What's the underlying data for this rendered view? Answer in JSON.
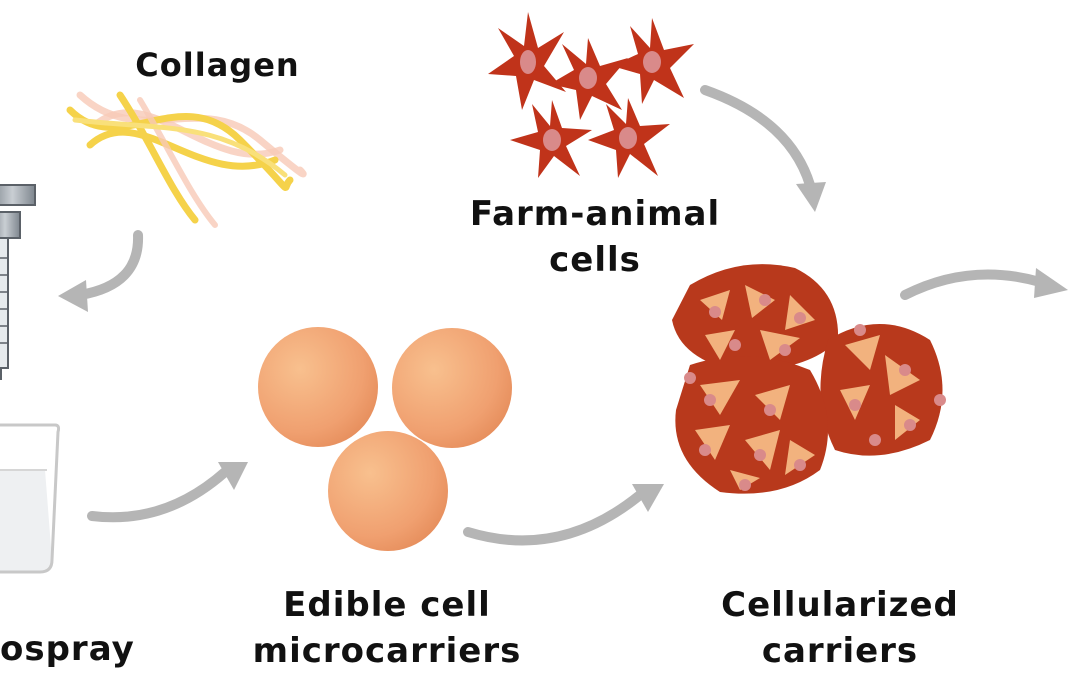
{
  "labels": {
    "collagen": "Collagen",
    "farm_animal_line1": "Farm-animal",
    "farm_animal_line2": "cells",
    "edible_line1": "Edible cell",
    "edible_line2": "microcarriers",
    "cellularized_line1": "Cellularized",
    "cellularized_line2": "carriers",
    "electrospray_partial": "ospray"
  },
  "colors": {
    "cell_fill": "#c0331a",
    "cell_nucleus": "#d98a8a",
    "microcarrier_fill": "#f0a070",
    "carrier_fill": "#b8391c",
    "carrier_fragment": "#f2b27e",
    "collagen_yellow": "#f5d24a",
    "collagen_pink": "#f5c3b0",
    "arrow_gray": "#b5b5b5",
    "syringe_gray": "#9aa1a8",
    "beaker_stroke": "#c8c8c8"
  },
  "icons": {
    "collagen_fibers": "collagen-fibers-icon",
    "syringe": "syringe-icon",
    "beaker": "beaker-icon",
    "animal_cells": "animal-cells-icon",
    "microcarrier_spheres": "microcarrier-spheres-icon",
    "cellularized_cluster": "cellularized-carriers-icon",
    "flow_arrow": "curved-arrow-icon"
  }
}
